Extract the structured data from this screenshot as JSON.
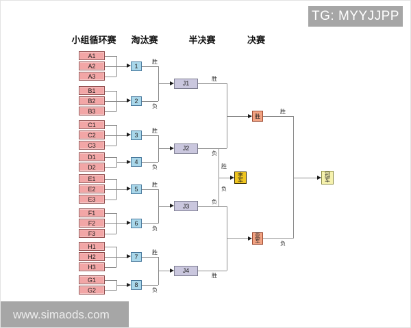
{
  "watermarks": {
    "top_right": "TG: MYYJJPP",
    "bottom_left": "www.simaods.com"
  },
  "columns": [
    {
      "label": "小组循环赛"
    },
    {
      "label": "淘汰赛"
    },
    {
      "label": "半决赛"
    },
    {
      "label": "决赛"
    }
  ],
  "labels": {
    "win": "胜",
    "lose": "负"
  },
  "groups": [
    {
      "teams": [
        "A1",
        "A2",
        "A3"
      ]
    },
    {
      "teams": [
        "B1",
        "B2",
        "B3"
      ]
    },
    {
      "teams": [
        "C1",
        "C2",
        "C3"
      ]
    },
    {
      "teams": [
        "D1",
        "D2"
      ]
    },
    {
      "teams": [
        "E1",
        "E2",
        "E3"
      ]
    },
    {
      "teams": [
        "F1",
        "F2",
        "F3"
      ]
    },
    {
      "teams": [
        "H1",
        "H2",
        "H3"
      ]
    },
    {
      "teams": [
        "G1",
        "G2"
      ]
    }
  ],
  "knockout": [
    "1",
    "2",
    "3",
    "4",
    "5",
    "6",
    "7",
    "8"
  ],
  "semifinals": [
    "J1",
    "J2",
    "J3",
    "J4"
  ],
  "finals": {
    "winner_box": "胜",
    "runner_up": "亚军",
    "third_place": "季军",
    "champion": "冠军"
  },
  "colors": {
    "team_fill": "#f2a6a6",
    "team_border": "#8f4a4a",
    "knockout_fill": "#a9d7ea",
    "knockout_border": "#47789c",
    "semi_fill": "#cac7de",
    "semi_border": "#7d7d91",
    "finalist_fill": "#f2a383",
    "finalist_border": "#9c4a32",
    "third_fill": "#f0c51f",
    "third_border": "#3d3000",
    "champion_fill": "#f6f2ae",
    "champion_border": "#8c8c42",
    "line": "#8a8a8a",
    "arrow": "#1a1a1a",
    "watermark_bg": "#a6a6a6",
    "watermark_text": "#ffffff"
  }
}
